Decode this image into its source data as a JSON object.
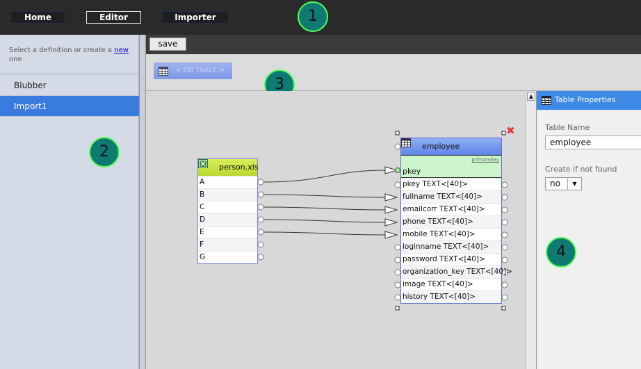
{
  "nav": {
    "items": [
      {
        "label": "Home",
        "active": false
      },
      {
        "label": "Editor",
        "active": true
      },
      {
        "label": "Importer",
        "active": false
      }
    ]
  },
  "markers": [
    "1",
    "2",
    "3",
    "4"
  ],
  "sidebar": {
    "hint_text": "Select a definition or create a ",
    "hint_link": "new",
    "hint_text2": " one",
    "items": [
      {
        "label": "Blubber",
        "selected": false
      },
      {
        "label": "Import1",
        "selected": true
      }
    ]
  },
  "toolbar": {
    "save_label": "save"
  },
  "palette": {
    "db_table_label": "< DB TABLE >"
  },
  "source_table": {
    "name": "person.xls",
    "columns": [
      "A",
      "B",
      "C",
      "D",
      "E",
      "F",
      "G"
    ]
  },
  "target_table": {
    "name": "employee",
    "pkey_hint": "primarykey",
    "pkey_label": "pkey",
    "columns": [
      "pkey TEXT<[40]>",
      "fullname TEXT<[40]>",
      "emailcorr TEXT<[40]>",
      "phone TEXT<[40]>",
      "mobile TEXT<[40]>",
      "loginname TEXT<[40]>",
      "password TEXT<[40]>",
      "organization_key TEXT<[40]>",
      "image TEXT<[40]>",
      "history TEXT<[40]>"
    ]
  },
  "mappings": [
    {
      "from": "A",
      "to": "pkey"
    },
    {
      "from": "B",
      "to": "fullname TEXT<[40]>"
    },
    {
      "from": "C",
      "to": "emailcorr TEXT<[40]>"
    },
    {
      "from": "D",
      "to": "phone TEXT<[40]>"
    },
    {
      "from": "E",
      "to": "mobile TEXT<[40]>"
    }
  ],
  "properties": {
    "title": "Table Properties",
    "table_name_label": "Table Name",
    "table_name_value": "employee",
    "create_label": "Create if not found",
    "create_value": "no"
  },
  "colors": {
    "accent": "#3a7be0",
    "marker_fill": "#0f7a73",
    "marker_border": "#55ff55",
    "source_header": "#c6e03a",
    "target_header": "#6f93ee",
    "pkey_band": "#ccf5cc"
  }
}
